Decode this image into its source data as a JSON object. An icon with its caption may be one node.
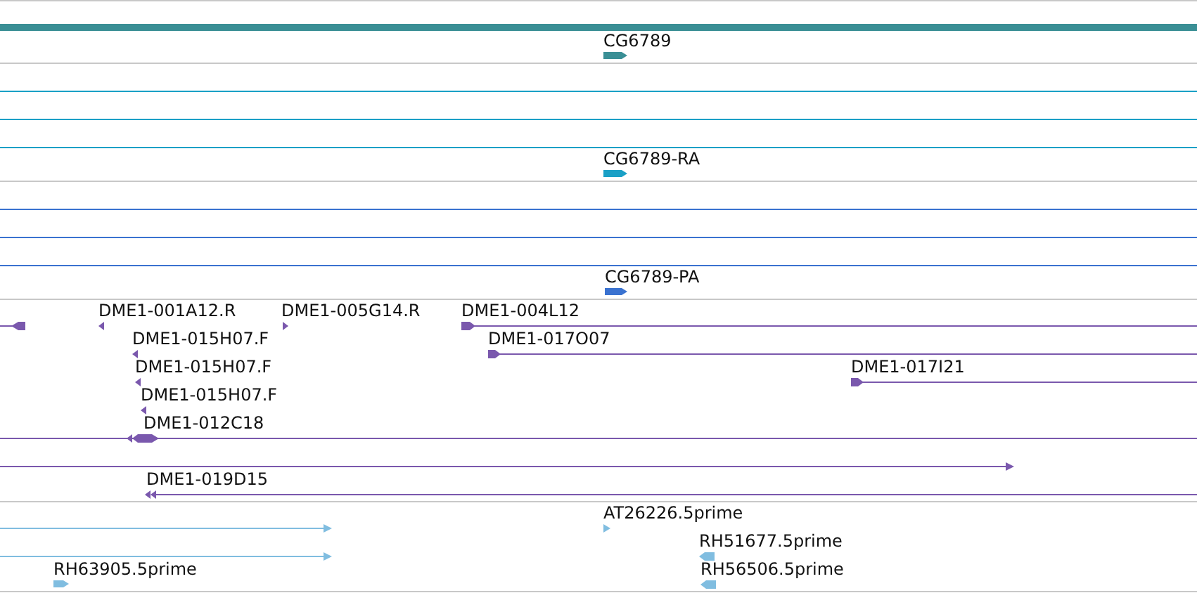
{
  "diagram": {
    "labels": [
      "CG6789",
      "CG6789-RA",
      "CG6789-PA",
      "DME1-001A12.R",
      "DME1-005G14.R",
      "DME1-004L12",
      "DME1-015H07.F",
      "DME1-017O07",
      "DME1-015H07.F",
      "DME1-017I21",
      "DME1-015H07.F",
      "DME1-012C18",
      "DME1-019D15",
      "AT26226.5prime",
      "RH51677.5prime",
      "RH63905.5prime",
      "RH56506.5prime"
    ]
  }
}
